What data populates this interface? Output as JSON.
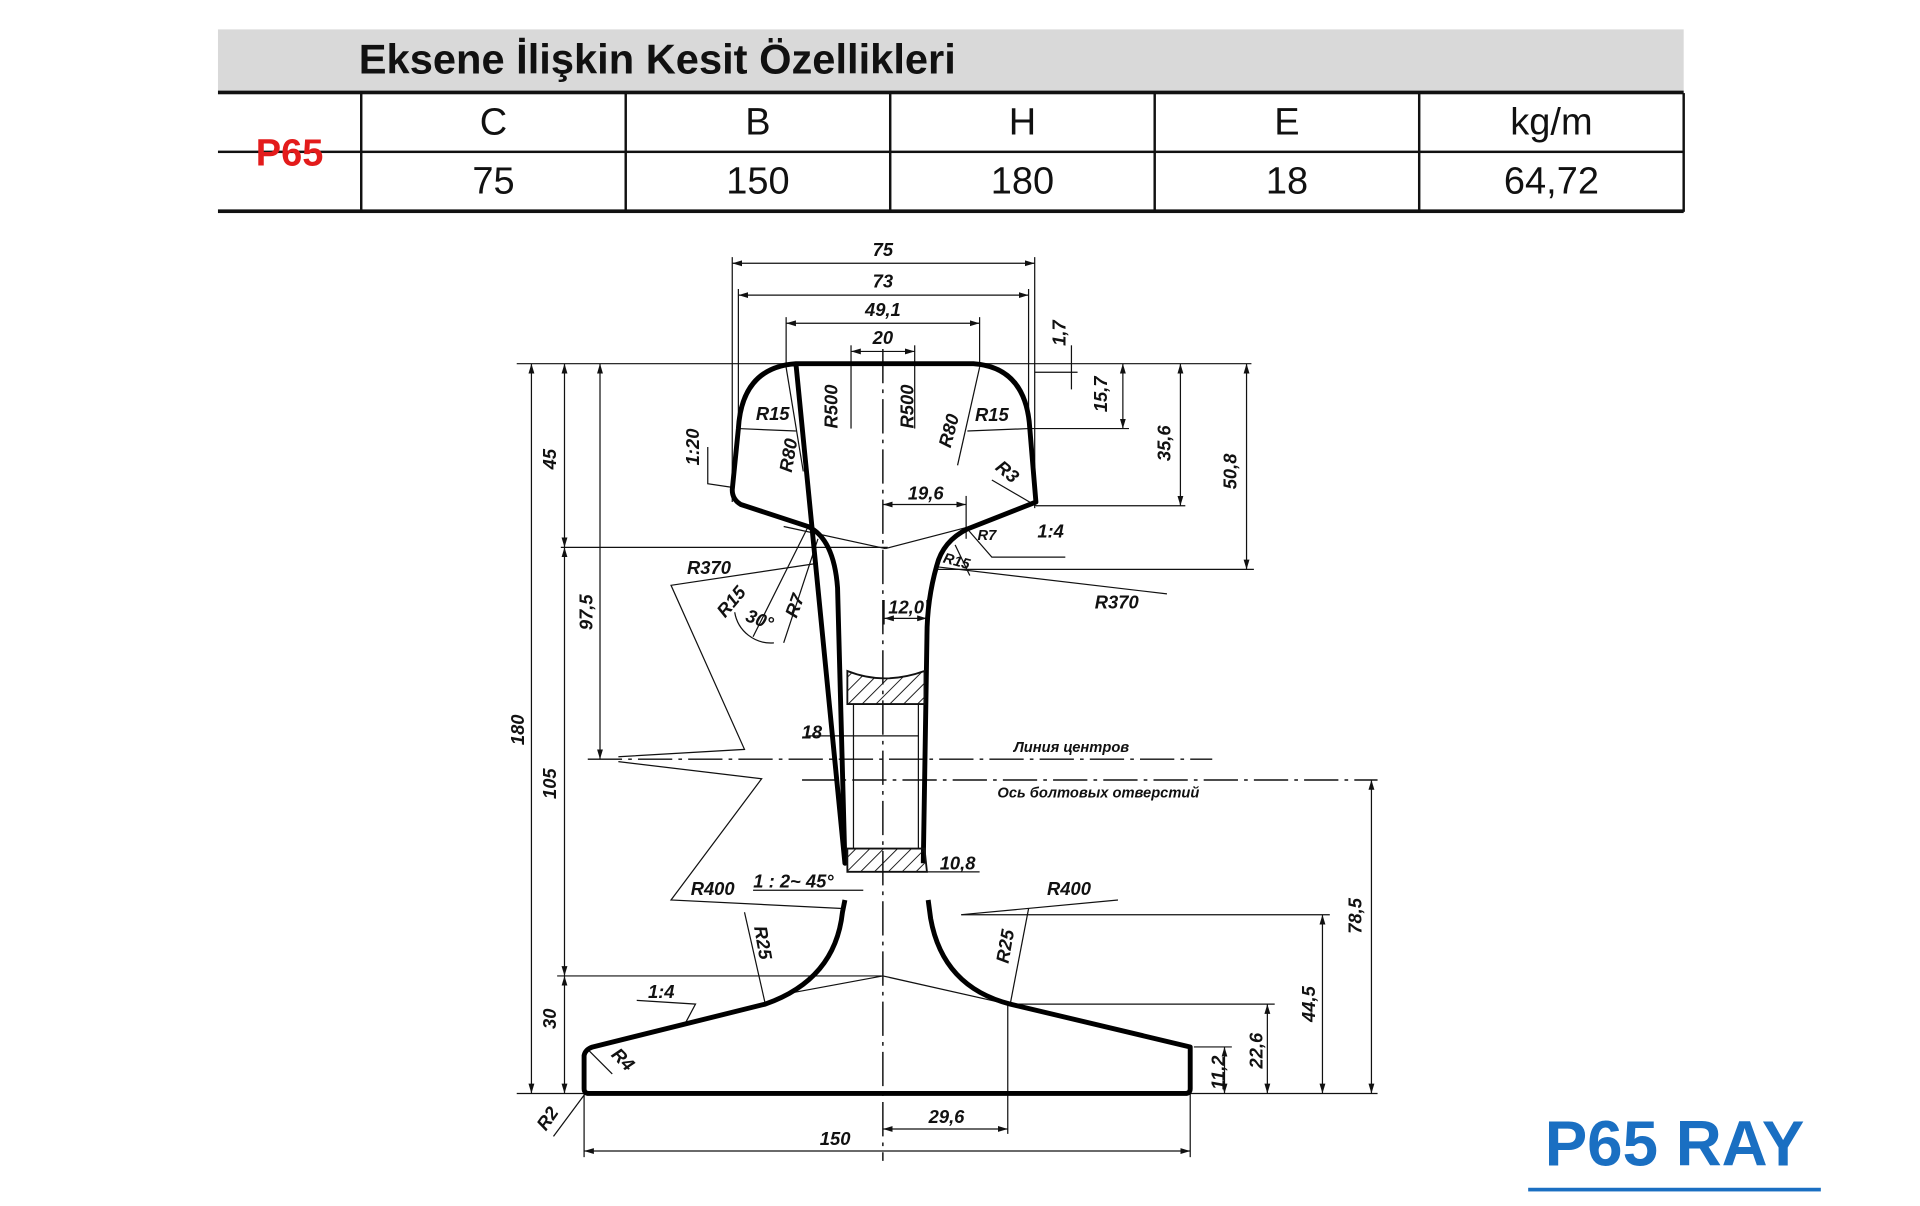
{
  "table": {
    "title": "Eksene İlişkin Kesit Özellikleri",
    "row_label": "P65",
    "headers": [
      "C",
      "B",
      "H",
      "E",
      "kg/m"
    ],
    "values": [
      "75",
      "150",
      "180",
      "18",
      "64,72"
    ]
  },
  "drawing": {
    "labels": {
      "w75": "75",
      "w73": "73",
      "w49": "49,1",
      "w20": "20",
      "d17": "1,7",
      "d157": "15,7",
      "d356": "35,6",
      "d508": "50,8",
      "h180": "180",
      "h45": "45",
      "h975": "97,5",
      "h105": "105",
      "h30": "30",
      "r15a": "R15",
      "r80a": "R80",
      "r500a": "R500",
      "r500b": "R500",
      "r80b": "R80",
      "r15b": "R15",
      "slope120": "1:20",
      "r3": "R3",
      "w196": "19,6",
      "r7a": "R7",
      "slope14a": "1:4",
      "r15c": "R15",
      "r370a": "R370",
      "r370b": "R370",
      "r15d": "R15",
      "deg30": "30°",
      "r7b": "R7",
      "w120": "12,0",
      "w18": "18",
      "center_line": "Линия центров",
      "bolt_axis": "Ось болтовых отверстий",
      "w108": "10,8",
      "chamfer": "1 : 2~ 45°",
      "r400a": "R400",
      "r400b": "R400",
      "r25a": "R25",
      "r25b": "R25",
      "slope14b": "1:4",
      "r4": "R4",
      "r2": "R2",
      "w150": "150",
      "w296": "29,6",
      "h112": "11,2",
      "h226": "22,6",
      "h445": "44,5",
      "h785": "78,5"
    }
  },
  "brand": {
    "text": "P65 RAY",
    "color": "#1a6fc2"
  },
  "colors": {
    "accent_red": "#e31b1b",
    "header_gray": "#d9d9d9"
  }
}
